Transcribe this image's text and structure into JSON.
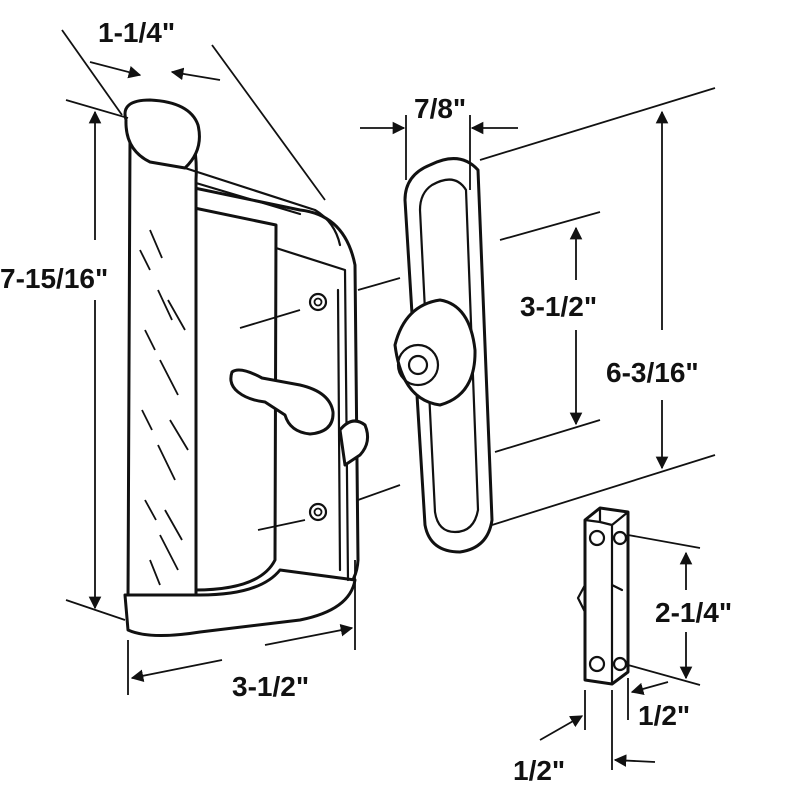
{
  "dimensions": {
    "handle_width": "1-1/4\"",
    "handle_height": "7-15/16\"",
    "handle_depth": "3-1/2\"",
    "escutcheon_width": "7/8\"",
    "escutcheon_hole_spacing": "3-1/2\"",
    "escutcheon_height": "6-3/16\"",
    "keeper_hole_spacing": "2-1/4\"",
    "keeper_depth": "1/2\"",
    "keeper_width": "1/2\""
  },
  "colors": {
    "line": "#111111",
    "background": "#ffffff"
  }
}
